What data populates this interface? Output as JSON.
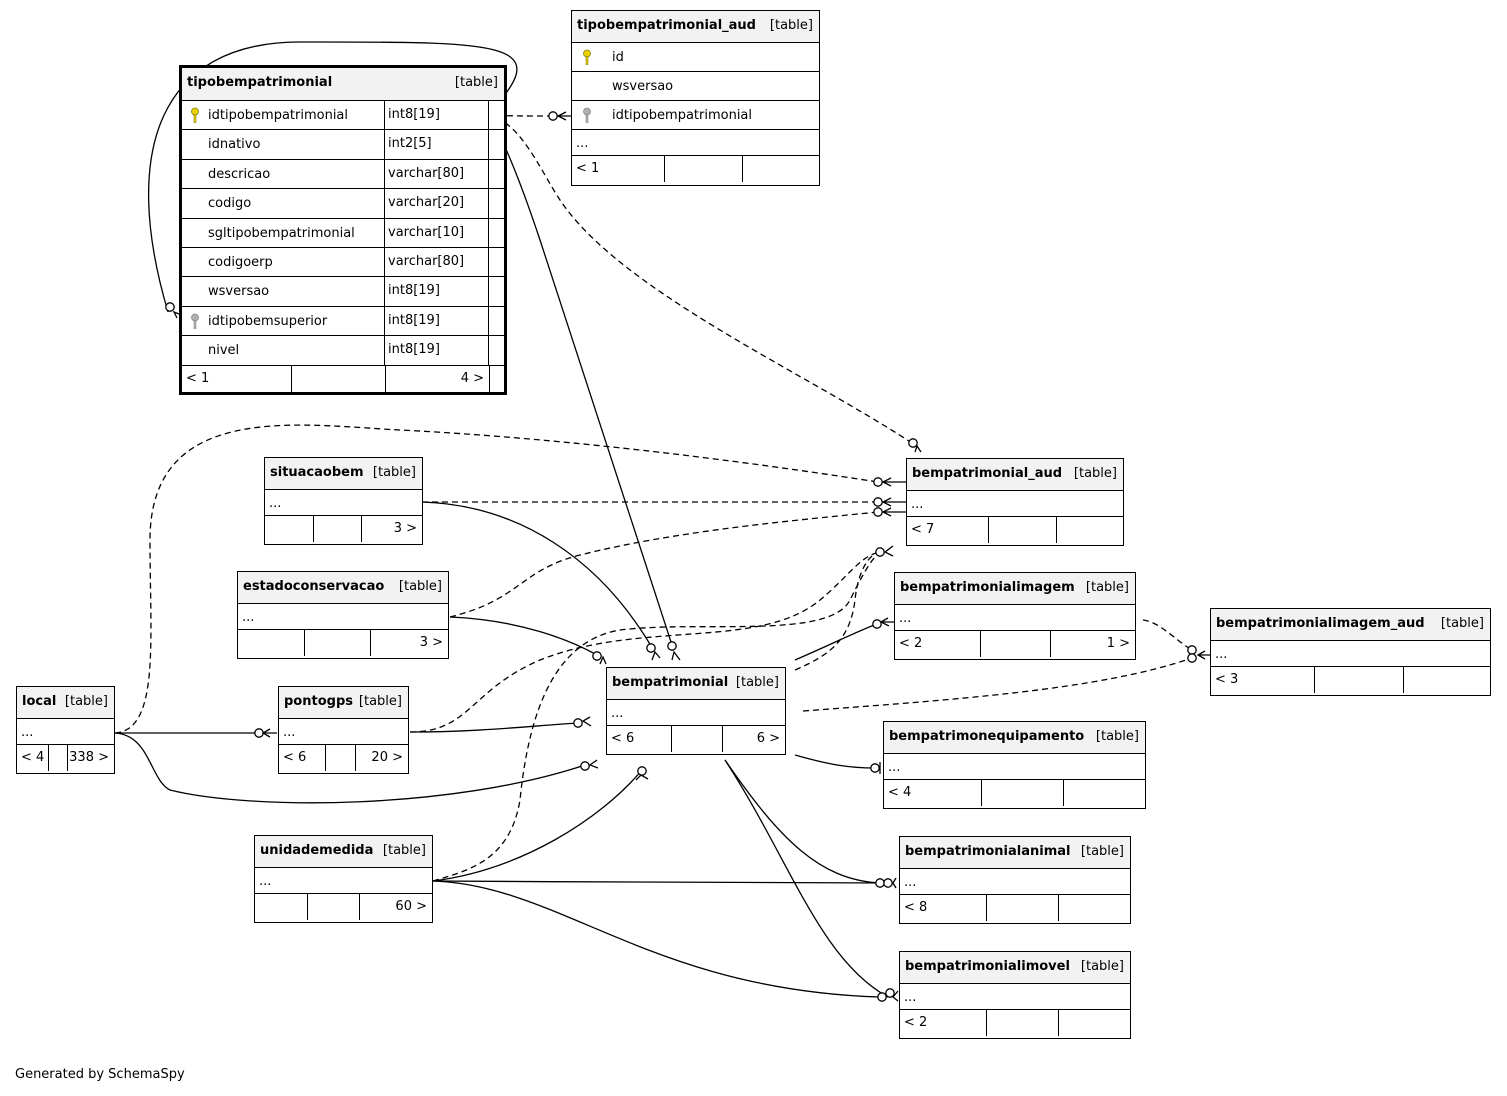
{
  "diagram": {
    "footer": "Generated by SchemaSpy",
    "type_label": "[table]",
    "ellipsis": "...",
    "tables": {
      "tipobempatrimonial": {
        "name": "tipobempatrimonial",
        "columns": [
          {
            "name": "idtipobempatrimonial",
            "type": "int8[19]",
            "key": "primary"
          },
          {
            "name": "idnativo",
            "type": "int2[5]",
            "key": ""
          },
          {
            "name": "descricao",
            "type": "varchar[80]",
            "key": ""
          },
          {
            "name": "codigo",
            "type": "varchar[20]",
            "key": ""
          },
          {
            "name": "sgltipobempatrimonial",
            "type": "varchar[10]",
            "key": ""
          },
          {
            "name": "codigoerp",
            "type": "varchar[80]",
            "key": ""
          },
          {
            "name": "wsversao",
            "type": "int8[19]",
            "key": ""
          },
          {
            "name": "idtipobemsuperior",
            "type": "int8[19]",
            "key": "foreign"
          },
          {
            "name": "nivel",
            "type": "int8[19]",
            "key": ""
          }
        ],
        "parents": "< 1",
        "children": "4 >"
      },
      "tipobempatrimonial_aud": {
        "name": "tipobempatrimonial_aud",
        "columns": [
          {
            "name": "id",
            "key": "primary"
          },
          {
            "name": "wsversao",
            "key": ""
          },
          {
            "name": "idtipobempatrimonial",
            "key": "foreign"
          }
        ],
        "parents": "< 1",
        "children": ""
      },
      "situacaobem": {
        "name": "situacaobem",
        "parents": "",
        "children": "3 >"
      },
      "estadoconservacao": {
        "name": "estadoconservacao",
        "parents": "",
        "children": "3 >"
      },
      "local": {
        "name": "local",
        "parents": "< 4",
        "children": "338 >"
      },
      "pontogps": {
        "name": "pontogps",
        "parents": "< 6",
        "children": "20 >"
      },
      "unidademedida": {
        "name": "unidademedida",
        "parents": "",
        "children": "60 >"
      },
      "bempatrimonial": {
        "name": "bempatrimonial",
        "parents": "< 6",
        "children": "6 >"
      },
      "bempatrimonial_aud": {
        "name": "bempatrimonial_aud",
        "parents": "< 7",
        "children": ""
      },
      "bempatrimonialimagem": {
        "name": "bempatrimonialimagem",
        "parents": "< 2",
        "children": "1 >"
      },
      "bempatrimonialimagem_aud": {
        "name": "bempatrimonialimagem_aud",
        "parents": "< 3",
        "children": ""
      },
      "bempatrimonequipamento": {
        "name": "bempatrimonequipamento",
        "parents": "< 4",
        "children": ""
      },
      "bempatrimonialanimal": {
        "name": "bempatrimonialanimal",
        "parents": "< 8",
        "children": ""
      },
      "bempatrimonialimovel": {
        "name": "bempatrimonialimovel",
        "parents": "< 2",
        "children": ""
      }
    }
  }
}
